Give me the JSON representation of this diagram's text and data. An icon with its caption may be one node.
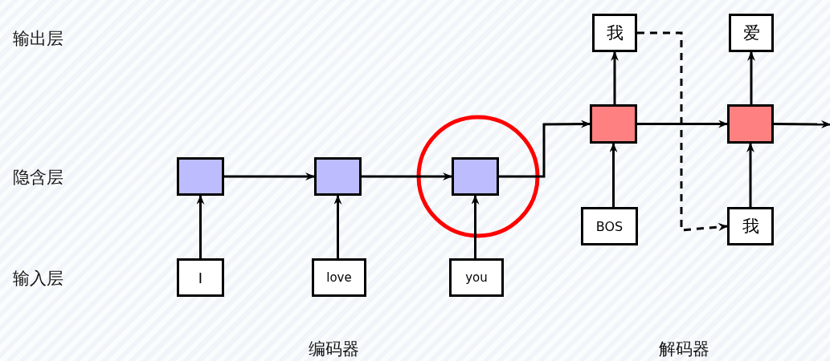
{
  "diagram": {
    "nodes": [
      {
        "text": [
          "我"
        ]
      },
      {
        "text": [
          "爱"
        ]
      },
      {
        "text": [],
        "shape": "box"
      },
      {
        "text": [],
        "shape": "box"
      },
      {
        "text": [],
        "shape": "box"
      },
      {
        "text": [],
        "shape": "box"
      },
      {
        "text": [],
        "shape": "box"
      },
      {
        "text": [
          "BOS"
        ]
      },
      {
        "text": [
          "我"
        ]
      },
      {
        "text": [
          "I"
        ]
      },
      {
        "text": [
          "love"
        ]
      },
      {
        "text": [
          "you"
        ]
      }
    ],
    "edges": [
      {
        "from": 9,
        "to": 4,
        "arrow": "to"
      },
      {
        "from": 10,
        "to": 5,
        "arrow": "to"
      },
      {
        "from": 11,
        "to": 6,
        "arrow": "to"
      },
      {
        "from": 4,
        "to": 5,
        "arrow": "to"
      },
      {
        "from": 5,
        "to": 6,
        "arrow": "to"
      },
      {
        "from": 6,
        "to": 2,
        "arrow": "to"
      },
      {
        "from": 7,
        "to": 2,
        "arrow": "to"
      },
      {
        "from": 2,
        "to": 0,
        "arrow": "to"
      },
      {
        "from": 2,
        "to": 3,
        "arrow": "to"
      },
      {
        "from": 8,
        "to": 3,
        "arrow": "to"
      },
      {
        "from": 3,
        "to": 1,
        "arrow": "to"
      },
      {
        "from": 3,
        "to": null,
        "arrow": "to"
      },
      {
        "from": 0,
        "to": 8,
        "arrow": "to",
        "style": "dashed"
      }
    ],
    "labels": [
      "输出层",
      "隐含层",
      "输入层",
      "编码器",
      "解码器"
    ]
  }
}
